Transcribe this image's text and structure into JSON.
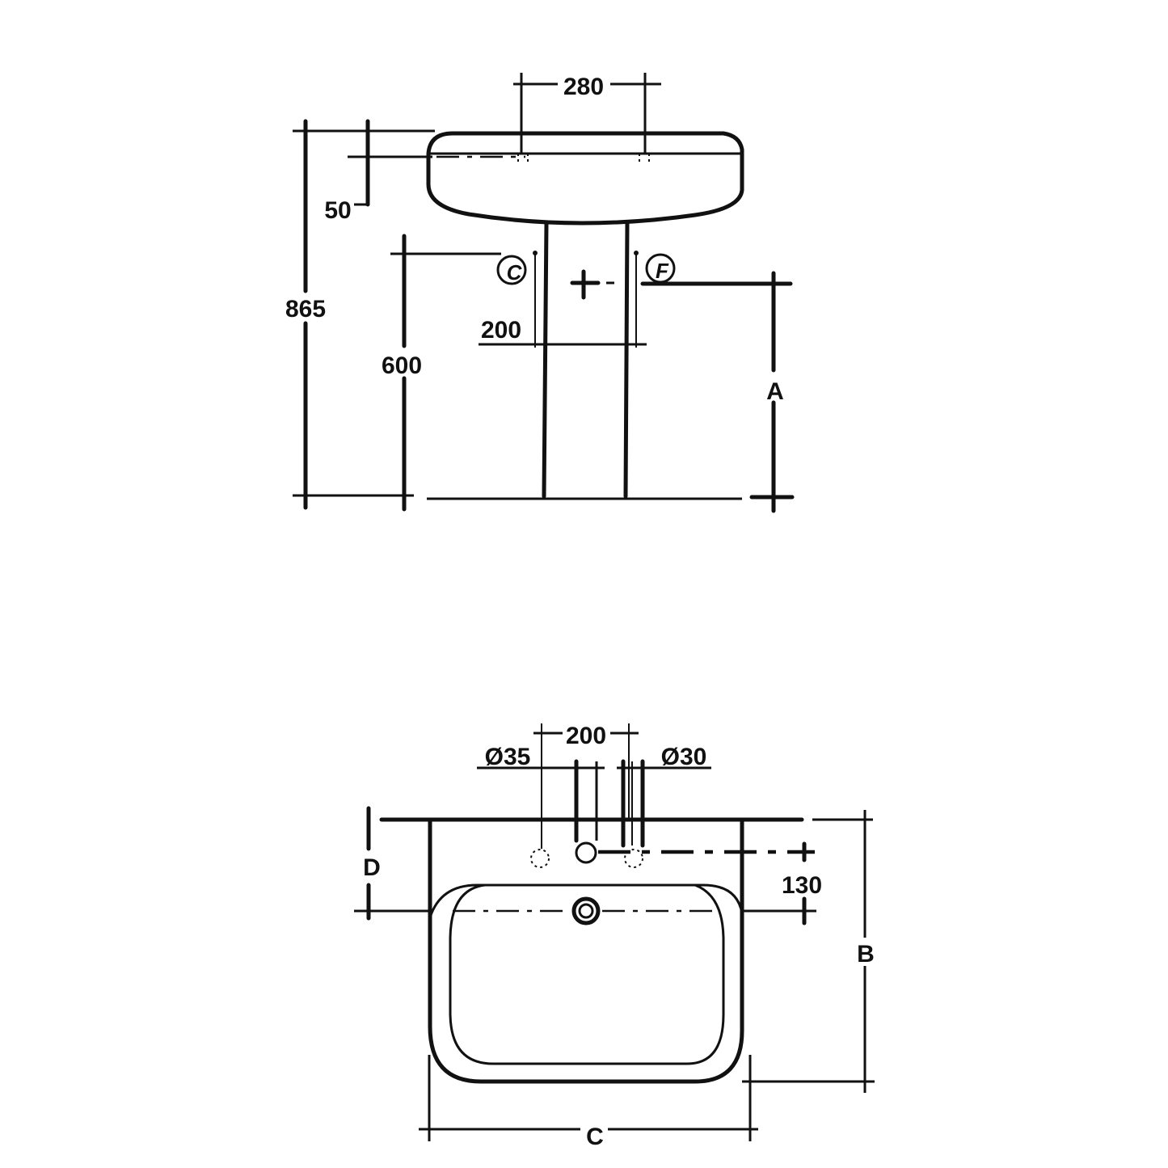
{
  "front_view": {
    "dim_tap_spacing": "280",
    "dim_rim_offset": "50",
    "dim_overall_height": "865",
    "dim_trap_height": "600",
    "dim_supply_spacing": "200",
    "dim_waste_height_label": "A",
    "supply_cold_label": "C",
    "supply_hot_label": "F"
  },
  "plan_view": {
    "dim_hole_spacing": "200",
    "dim_hole_left_diameter": "Ø35",
    "dim_hole_right_diameter": "Ø30",
    "dim_depth_label": "D",
    "dim_offset": "130",
    "dim_projection_label": "B",
    "dim_width_label": "C"
  }
}
